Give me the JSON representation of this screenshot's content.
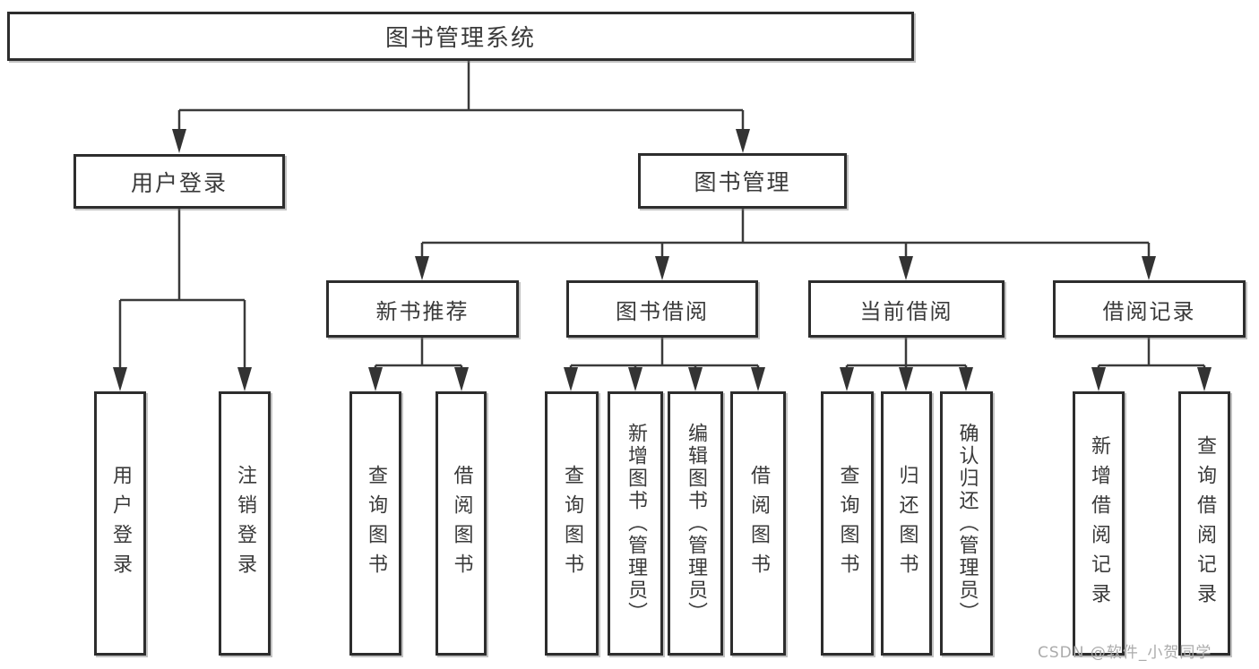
{
  "tree": {
    "root": {
      "label": "图书管理系统"
    },
    "level2": [
      {
        "label": "用户登录",
        "children": [
          {
            "label": "用户登录"
          },
          {
            "label": "注销登录"
          }
        ]
      },
      {
        "label": "图书管理",
        "children": [
          {
            "label": "新书推荐",
            "children": [
              {
                "label": "查询图书"
              },
              {
                "label": "借阅图书"
              }
            ]
          },
          {
            "label": "图书借阅",
            "children": [
              {
                "label": "查询图书"
              },
              {
                "label": "新增图书（管理员）"
              },
              {
                "label": "编辑图书（管理员）"
              },
              {
                "label": "借阅图书"
              }
            ]
          },
          {
            "label": "当前借阅",
            "children": [
              {
                "label": "查询图书"
              },
              {
                "label": "归还图书"
              },
              {
                "label": "确认归还（管理员）"
              }
            ]
          },
          {
            "label": "借阅记录",
            "children": [
              {
                "label": "新增借阅记录"
              },
              {
                "label": "查询借阅记录"
              }
            ]
          }
        ]
      }
    ]
  },
  "watermark": {
    "text": "CSDN @软件_小贺同学"
  },
  "colors": {
    "background": "#ffffff",
    "box_border": "#2d2d2d",
    "line": "#3a3a3a",
    "text": "#3a3a3a",
    "watermark": "#ababab"
  }
}
